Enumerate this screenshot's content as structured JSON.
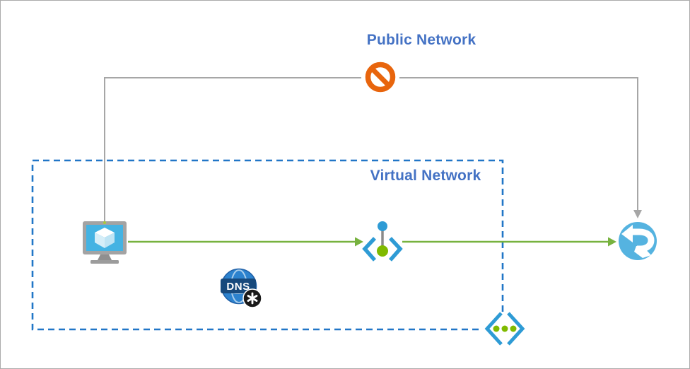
{
  "labels": {
    "public_network": "Public Network",
    "virtual_network": "Virtual Network"
  },
  "dns_icon": {
    "label": "DNS"
  },
  "icons": [
    "prohibition-icon",
    "virtual-machine-icon",
    "dns-private-zone-icon",
    "private-endpoint-icon",
    "relay-icon",
    "private-link-icon"
  ],
  "colors": {
    "label-blue": "#4472C4",
    "dash-blue": "#2176C7",
    "line-gray": "#A6A6A6",
    "arrow-green": "#77B23F",
    "orange": "#E8650D",
    "endpoint-blue": "#2E9BD5",
    "dot-green": "#7FBA00",
    "relay-blue": "#55B3E0",
    "dns-blue": "#2C82CE",
    "dns-band": "#17497C",
    "vm-screen": "#44B3E3",
    "vm-frame": "#A3A3A3",
    "badge-black": "#1A1A1A",
    "border-gray": "#ABABAB"
  }
}
